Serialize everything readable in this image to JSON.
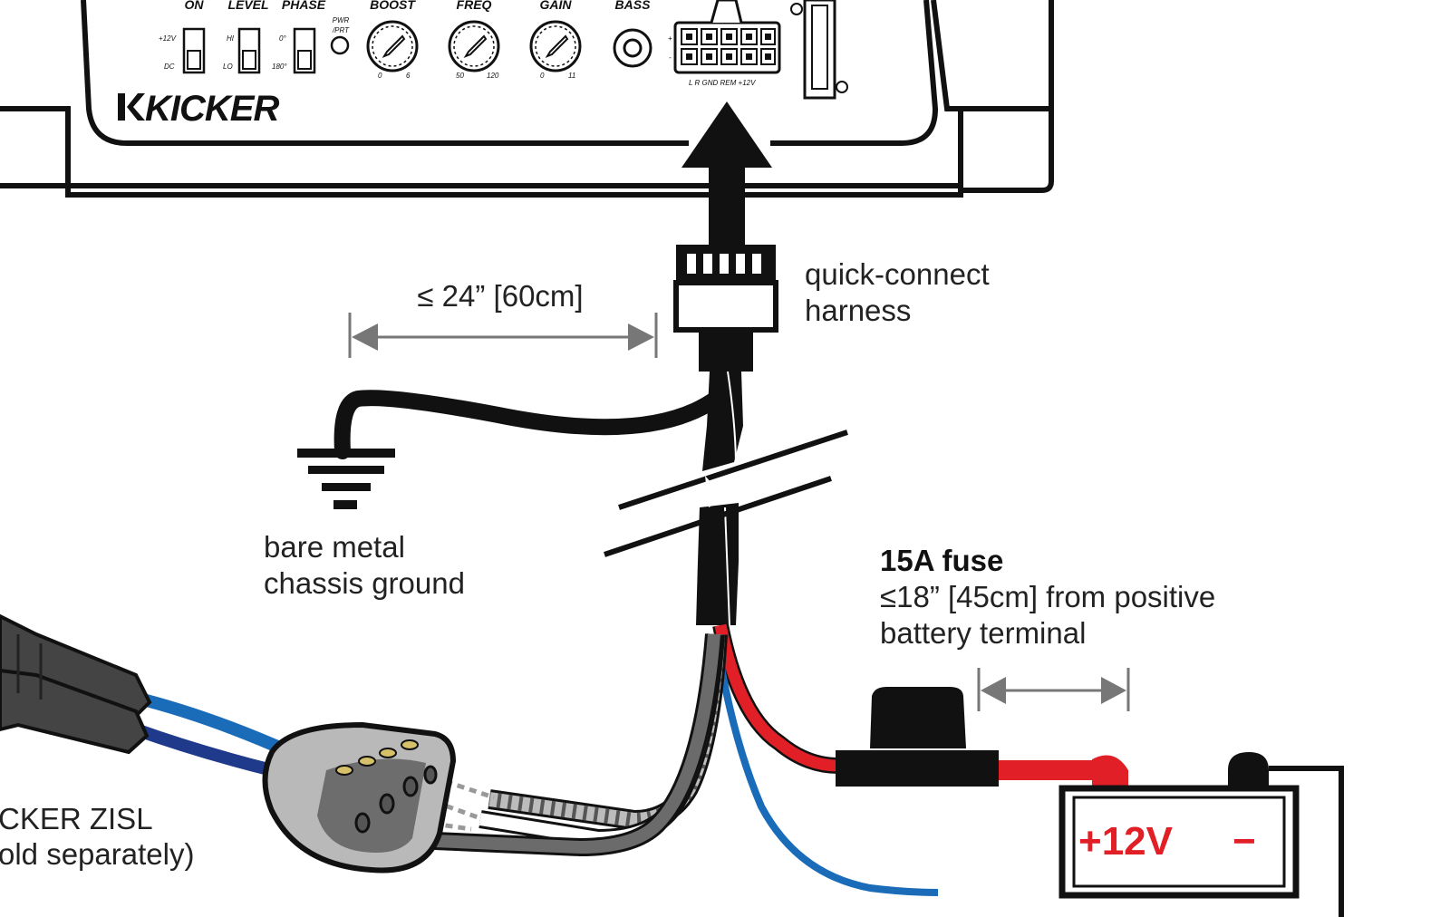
{
  "panel": {
    "brand": "KICKER",
    "controls": {
      "on": {
        "label": "ON",
        "top": "+12V",
        "bottom": "DC"
      },
      "level": {
        "label": "LEVEL",
        "top": "HI",
        "bottom": "LO"
      },
      "phase": {
        "label": "PHASE",
        "top": "0°",
        "bottom": "180°"
      },
      "pwr": {
        "label_line1": "PWR",
        "label_line2": "/PRT"
      },
      "boost": {
        "label": "BOOST",
        "min": "0",
        "max": "6"
      },
      "freq": {
        "label": "FREQ",
        "min": "50",
        "max": "120"
      },
      "gain": {
        "label": "GAIN",
        "min": "0",
        "max": "11"
      },
      "bass": {
        "label": "BASS"
      }
    },
    "connector": {
      "plus": "+",
      "minus": "-",
      "pins": "L     R    GND  REM  +12V"
    }
  },
  "callouts": {
    "harness_line1": "quick-connect",
    "harness_line2": "harness",
    "ground_distance": "≤ 24” [60cm]",
    "ground_line1": "bare metal",
    "ground_line2": "chassis ground",
    "fuse_title": "15A fuse",
    "fuse_line1": "≤18” [45cm] from positive",
    "fuse_line2": "battery terminal",
    "zisl_line1": "CKER ZISL",
    "zisl_line2": "old separately)"
  },
  "battery": {
    "positive": "+12V",
    "negative": "−"
  },
  "colors": {
    "red_wire": "#e01f26",
    "blue_wire": "#1a6bb8",
    "dark_blue_wire": "#1f3a8a",
    "black": "#111111",
    "gray": "#6b6b6b"
  }
}
